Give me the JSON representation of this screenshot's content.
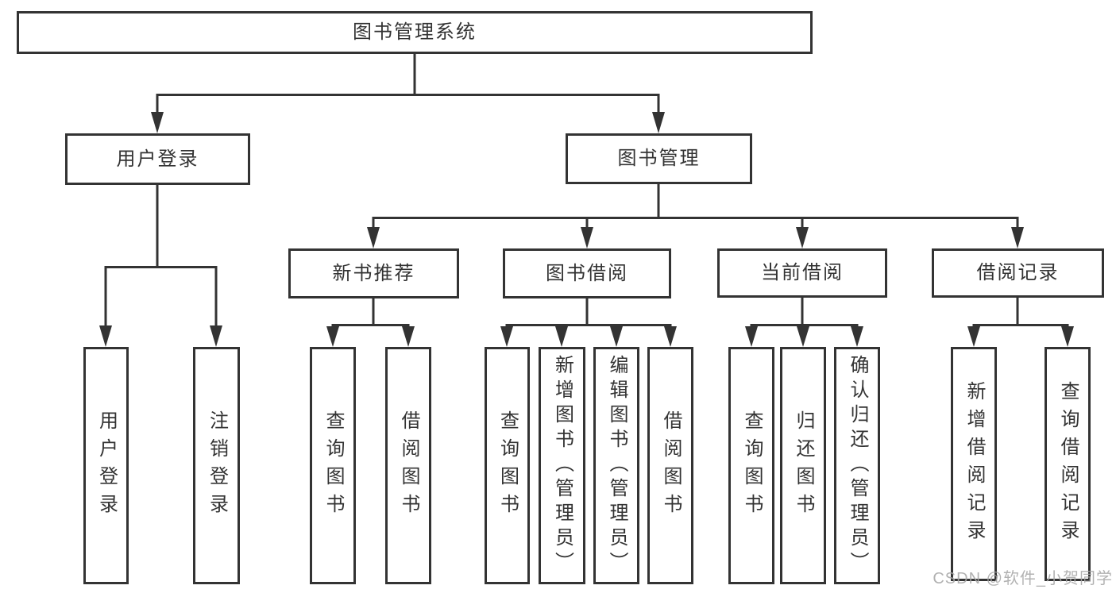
{
  "diagram": {
    "title": "图书管理系统",
    "nodes": {
      "root": {
        "label": "图书管理系统"
      },
      "level2": [
        {
          "label": "用户登录"
        },
        {
          "label": "图书管理"
        }
      ],
      "level3": [
        {
          "label": "新书推荐",
          "parent": "图书管理"
        },
        {
          "label": "图书借阅",
          "parent": "图书管理"
        },
        {
          "label": "当前借阅",
          "parent": "图书管理"
        },
        {
          "label": "借阅记录",
          "parent": "图书管理"
        }
      ],
      "leaves": [
        {
          "label": "用户登录",
          "parent": "用户登录"
        },
        {
          "label": "注销登录",
          "parent": "用户登录"
        },
        {
          "label": "查询图书",
          "parent": "新书推荐"
        },
        {
          "label": "借阅图书",
          "parent": "新书推荐"
        },
        {
          "label": "查询图书",
          "parent": "图书借阅"
        },
        {
          "label": "新增图书（管理员）",
          "parent": "图书借阅"
        },
        {
          "label": "编辑图书（管理员）",
          "parent": "图书借阅"
        },
        {
          "label": "借阅图书",
          "parent": "图书借阅"
        },
        {
          "label": "查询图书",
          "parent": "当前借阅"
        },
        {
          "label": "归还图书",
          "parent": "当前借阅"
        },
        {
          "label": "确认归还（管理员）",
          "parent": "当前借阅"
        },
        {
          "label": "新增借阅记录",
          "parent": "借阅记录"
        },
        {
          "label": "查询借阅记录",
          "parent": "借阅记录"
        }
      ]
    },
    "colors": {
      "line": "#333333",
      "box_border": "#333333",
      "text": "#333333",
      "background": "#ffffff",
      "watermark": "#a8a8a8"
    }
  },
  "watermark": {
    "text": "CSDN @软件_小贺同学"
  }
}
